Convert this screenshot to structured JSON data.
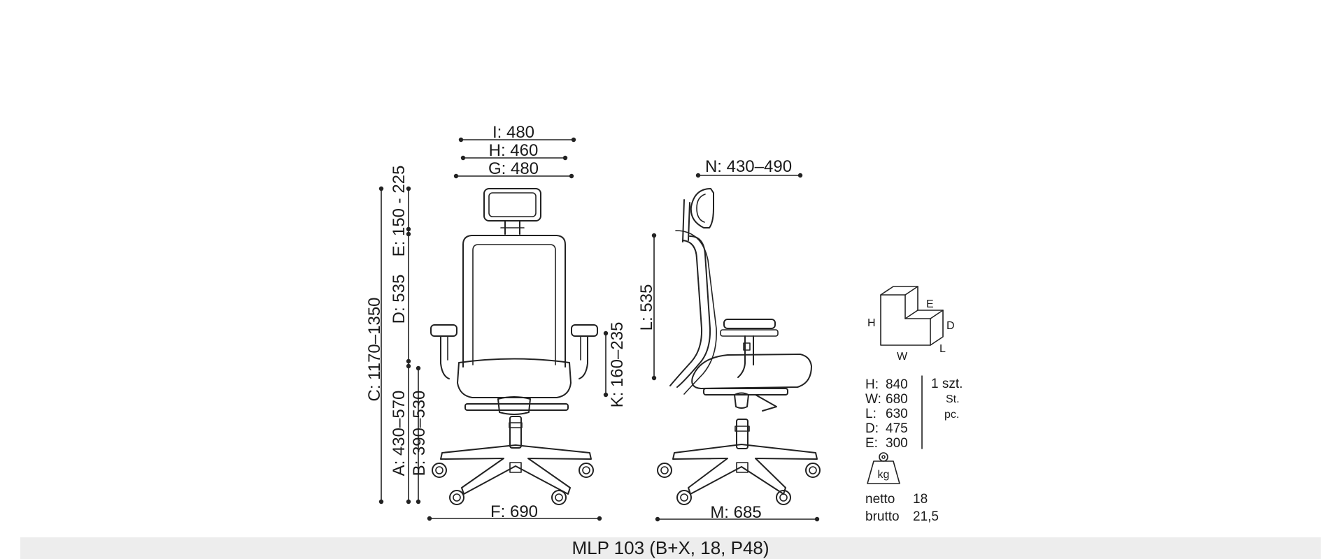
{
  "front_view": {
    "I": "I: 480",
    "H": "H: 460",
    "G": "G: 480",
    "E": "E: 150 - 225",
    "D": "D: 535",
    "C": "C: 1170–1350",
    "A": "A: 430–570",
    "B": "B: 390–530",
    "K": "K: 160–235",
    "F": "F: 690"
  },
  "side_view": {
    "N": "N: 430–490",
    "L": "L: 535",
    "M": "M: 685"
  },
  "package": {
    "box_labels": {
      "H": "H",
      "E": "E",
      "D": "D",
      "W": "W",
      "L": "L"
    },
    "rows": [
      {
        "key": "H:",
        "value": "840"
      },
      {
        "key": "W:",
        "value": "680"
      },
      {
        "key": "L:",
        "value": "630"
      },
      {
        "key": "D:",
        "value": "475"
      },
      {
        "key": "E:",
        "value": "300"
      }
    ],
    "qty": "1 szt.",
    "qty_de": "St.",
    "qty_en": "pc.",
    "weight_unit": "kg",
    "net_label": "netto",
    "net_value": "18",
    "gross_label": "brutto",
    "gross_value": "21,5"
  },
  "footer": {
    "model": "MLP 103 (B+X, 18, P48)"
  }
}
